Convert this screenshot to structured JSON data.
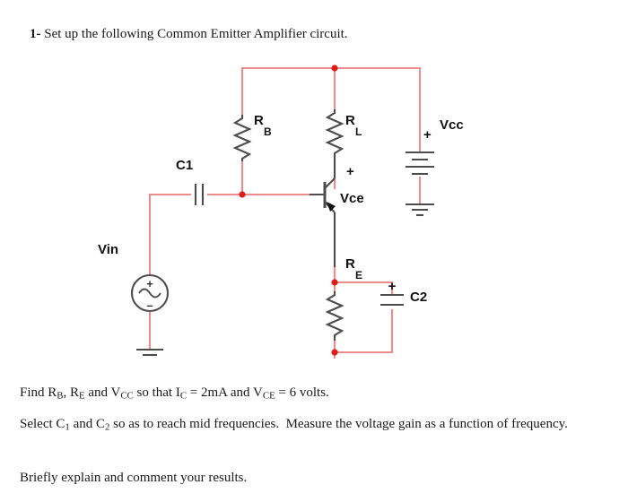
{
  "document": {
    "heading": {
      "number": "1-",
      "text": " Set up the following Common Emitter Amplifier circuit."
    },
    "tasks": [
      {
        "id": "task-find",
        "html": "Find R<sub>B</sub>, R<sub>E</sub> and V<sub>CC</sub> so that I<sub>C</sub> = 2mA and V<sub>CE</sub> = 6 volts."
      },
      {
        "id": "task-select",
        "html": "Select C<sub>1</sub> and C<sub>2</sub> so as to reach mid frequencies.&nbsp; Measure the voltage gain as a function of frequency."
      },
      {
        "id": "task-explain",
        "html": "Briefly explain and comment your results."
      }
    ]
  },
  "circuit": {
    "title": "Common Emitter Amplifier",
    "colors": {
      "wire": "#ef8b8b",
      "node": "#e01b1b",
      "component": "#4d4d4d",
      "text": "#111111"
    },
    "labels": {
      "rb": "R",
      "rb_sub": "B",
      "rl": "R",
      "rl_sub": "L",
      "re": "R",
      "re_sub": "E",
      "c1": "C1",
      "c2": "C2",
      "vcc": "Vcc",
      "vce": "Vce",
      "vin": "Vin",
      "plus_vcc": "+",
      "plus_vce": "+",
      "plus_c2": "+",
      "plus_src": "+",
      "minus_src": "–"
    },
    "components": [
      {
        "name": "resistor-rb",
        "label": "R_B",
        "type": "resistor"
      },
      {
        "name": "resistor-rl",
        "label": "R_L",
        "type": "resistor"
      },
      {
        "name": "resistor-re",
        "label": "R_E",
        "type": "resistor"
      },
      {
        "name": "capacitor-c1",
        "label": "C1",
        "type": "capacitor"
      },
      {
        "name": "capacitor-c2",
        "label": "C2",
        "type": "polarized-capacitor"
      },
      {
        "name": "battery-vcc",
        "label": "Vcc",
        "type": "battery"
      },
      {
        "name": "source-vin",
        "label": "Vin",
        "type": "ac-source"
      },
      {
        "name": "transistor-npn",
        "label": "Vce",
        "type": "npn-bjt"
      }
    ]
  }
}
